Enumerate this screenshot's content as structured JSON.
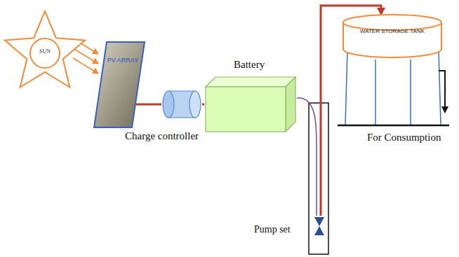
{
  "diagram": {
    "nodes": [
      {
        "text": [
          "SUN"
        ]
      },
      {
        "text": [
          "PV ARRAY"
        ]
      },
      {
        "text": [
          "Charge controller"
        ]
      },
      {
        "text": [
          "Battery"
        ]
      },
      {
        "text": [
          "Pump set"
        ]
      },
      {
        "text": [
          "WATER STORAGE TANK"
        ]
      }
    ],
    "edges": [
      {
        "from": 0,
        "to": 1,
        "arrow": "to"
      },
      {
        "from": 1,
        "to": 2,
        "arrow": "none"
      },
      {
        "from": 2,
        "to": 3,
        "arrow": "none"
      },
      {
        "from": 3,
        "to": 4,
        "arrow": "none"
      },
      {
        "from": 4,
        "to": 5,
        "arrow": "to"
      }
    ],
    "labels": [
      "For Consumption"
    ]
  }
}
